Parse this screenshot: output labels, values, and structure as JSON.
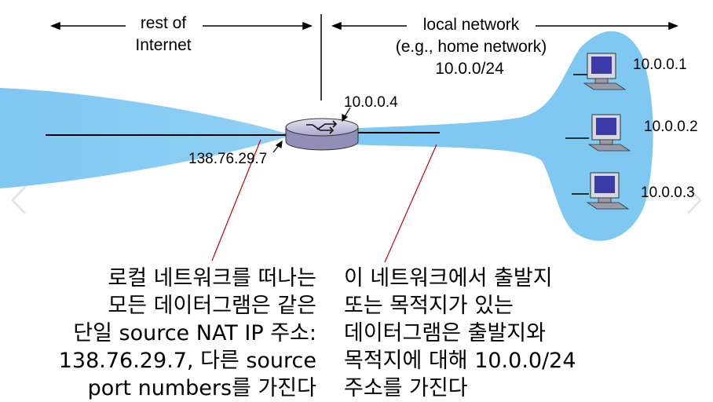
{
  "labels": {
    "rest_of_internet_line1": "rest of",
    "rest_of_internet_line2": "Internet",
    "local_network_line1": "local network",
    "local_network_line2": "(e.g., home network)",
    "local_network_line3": "10.0.0/24",
    "router_local_ip": "10.0.0.4",
    "router_public_ip": "138.76.29.7",
    "host1_ip": "10.0.0.1",
    "host2_ip": "10.0.0.2",
    "host3_ip": "10.0.0.3"
  },
  "notes": {
    "left": [
      "로컬 네트워크를 떠나는",
      "모든 데이터그램은 같은",
      "단일 source NAT IP 주소:",
      "138.76.29.7, 다른 source",
      "port numbers를 가진다"
    ],
    "right": [
      "이 네트워크에서 출발지",
      "또는 목적지가 있는",
      "데이터그램은 출발지와",
      "목적지에 대해 10.0.0/24",
      "주소를 가진다"
    ]
  },
  "colors": {
    "network_blue": "#7ec8f2",
    "annotation_line": "#cc0000",
    "router_fill": "#c8c8e6"
  },
  "icons": {
    "router": "router-icon",
    "host": "desktop-computer-icon",
    "nav_prev": "chevron-left-icon",
    "nav_next": "chevron-right-icon"
  }
}
